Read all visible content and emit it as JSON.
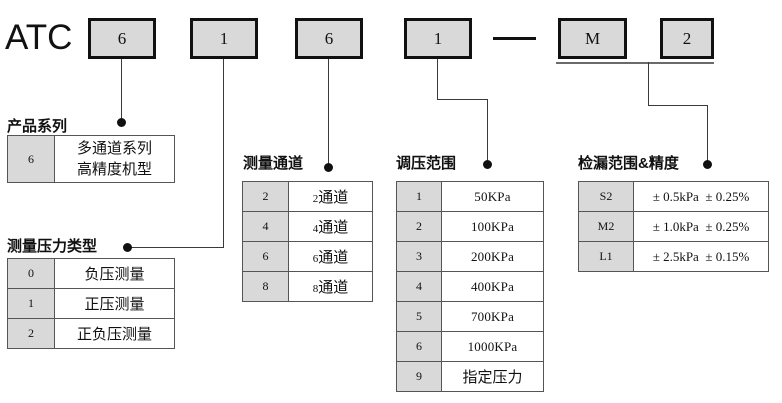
{
  "brand": {
    "label": "ATC"
  },
  "code_boxes": [
    {
      "name": "product-series",
      "value": "6"
    },
    {
      "name": "pressure-type",
      "value": "1"
    },
    {
      "name": "channels",
      "value": "6"
    },
    {
      "name": "pressure-range",
      "value": "1"
    },
    {
      "name": "leak-range",
      "value": "M"
    },
    {
      "name": "leak-accuracy",
      "value": "2"
    }
  ],
  "separator": {
    "glyph": "—"
  },
  "groups": {
    "product_series": {
      "caption": "产品系列",
      "rows": [
        {
          "key": "6",
          "value": "多通道系列\n高精度机型"
        }
      ]
    },
    "pressure_type": {
      "caption": "测量压力类型",
      "rows": [
        {
          "key": "0",
          "value": "负压测量"
        },
        {
          "key": "1",
          "value": "正压测量"
        },
        {
          "key": "2",
          "value": "正负压测量"
        }
      ]
    },
    "channels": {
      "caption": "测量通道",
      "rows": [
        {
          "key": "2",
          "num": "2",
          "unit": "通道"
        },
        {
          "key": "4",
          "num": "4",
          "unit": "通道"
        },
        {
          "key": "6",
          "num": "6",
          "unit": "通道"
        },
        {
          "key": "8",
          "num": "8",
          "unit": "通道"
        }
      ]
    },
    "pressure_range": {
      "caption": "调压范围",
      "rows": [
        {
          "key": "1",
          "value": "50KPa"
        },
        {
          "key": "2",
          "value": "100KPa"
        },
        {
          "key": "3",
          "value": "200KPa"
        },
        {
          "key": "4",
          "value": "400KPa"
        },
        {
          "key": "5",
          "value": "700KPa"
        },
        {
          "key": "6",
          "value": "1000KPa"
        },
        {
          "key": "9",
          "value": "指定压力"
        }
      ]
    },
    "leak_range": {
      "caption": "检漏范围&精度",
      "rows": [
        {
          "key": "S2",
          "range": "± 0.5kPa",
          "accuracy": "± 0.25%"
        },
        {
          "key": "M2",
          "range": "± 1.0kPa",
          "accuracy": "± 0.25%"
        },
        {
          "key": "L1",
          "range": "± 2.5kPa",
          "accuracy": "± 0.15%"
        }
      ]
    }
  },
  "colors": {
    "box_fill": "#d9d9d9",
    "box_border": "#111111",
    "table_border": "#555555",
    "key_fill": "#d9d9d9",
    "line": "#3a3a3a"
  }
}
